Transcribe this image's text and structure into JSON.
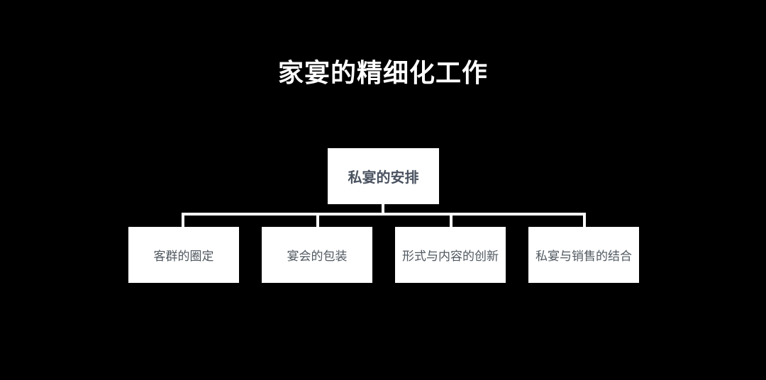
{
  "title": "家宴的精细化工作",
  "root": {
    "label": "私宴的安排"
  },
  "children": [
    {
      "label": "客群的圈定"
    },
    {
      "label": "宴会的包装"
    },
    {
      "label": "形式与内容的创新"
    },
    {
      "label": "私宴与销售的结合"
    }
  ],
  "colors": {
    "background": "#000000",
    "box": "#ffffff",
    "box_text": "#505860",
    "title": "#ffffff"
  }
}
